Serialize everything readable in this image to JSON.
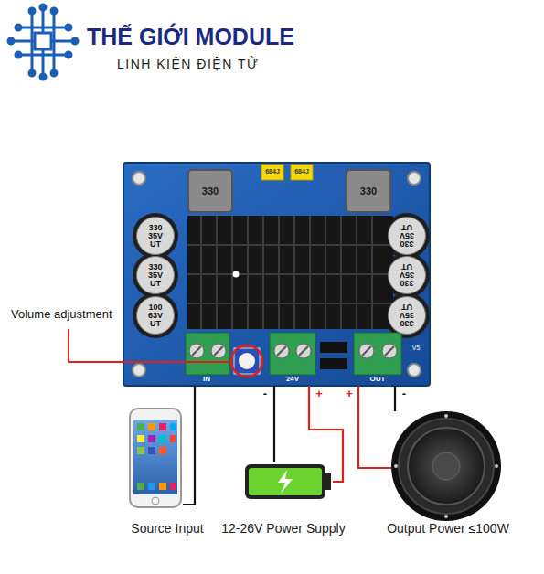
{
  "diagram": {
    "nodes": [
      {
        "text": [
          "IN",
          "24V",
          "OUT"
        ]
      },
      {
        "text": [
          "330 35V UT"
        ],
        "in": 0
      },
      {
        "text": [
          "330 35V UT"
        ],
        "in": 0
      },
      {
        "text": [
          "100 63V UT"
        ],
        "in": 0
      },
      {
        "text": [
          "330 35V UT"
        ],
        "in": 0
      },
      {
        "text": [
          "330 35V UT"
        ],
        "in": 0
      },
      {
        "text": [
          "330 35V UT"
        ],
        "in": 0
      },
      {
        "text": [
          "330"
        ],
        "in": 0
      },
      {
        "text": [
          "330"
        ],
        "in": 0
      },
      {
        "text": [
          "Source Input"
        ]
      },
      {
        "text": [
          "12-26V Power Supply"
        ]
      },
      {
        "text": [
          "Output Power ≤100W"
        ]
      }
    ],
    "edges": [
      {
        "from": 0,
        "to": 9,
        "arrow": "none"
      },
      {
        "from": 0,
        "to": 10,
        "arrow": "none"
      },
      {
        "from": 0,
        "to": 10,
        "arrow": "none"
      },
      {
        "from": 0,
        "to": 11,
        "arrow": "none"
      },
      {
        "from": 0,
        "to": 11,
        "arrow": "none"
      }
    ],
    "labels": [
      "THẾ GIỚI MODULE",
      "LINH KIỆN ĐIỆN TỬ",
      "Volume adjustment",
      "684J",
      "684J",
      "-",
      "+",
      "+",
      "-",
      "V5"
    ]
  }
}
